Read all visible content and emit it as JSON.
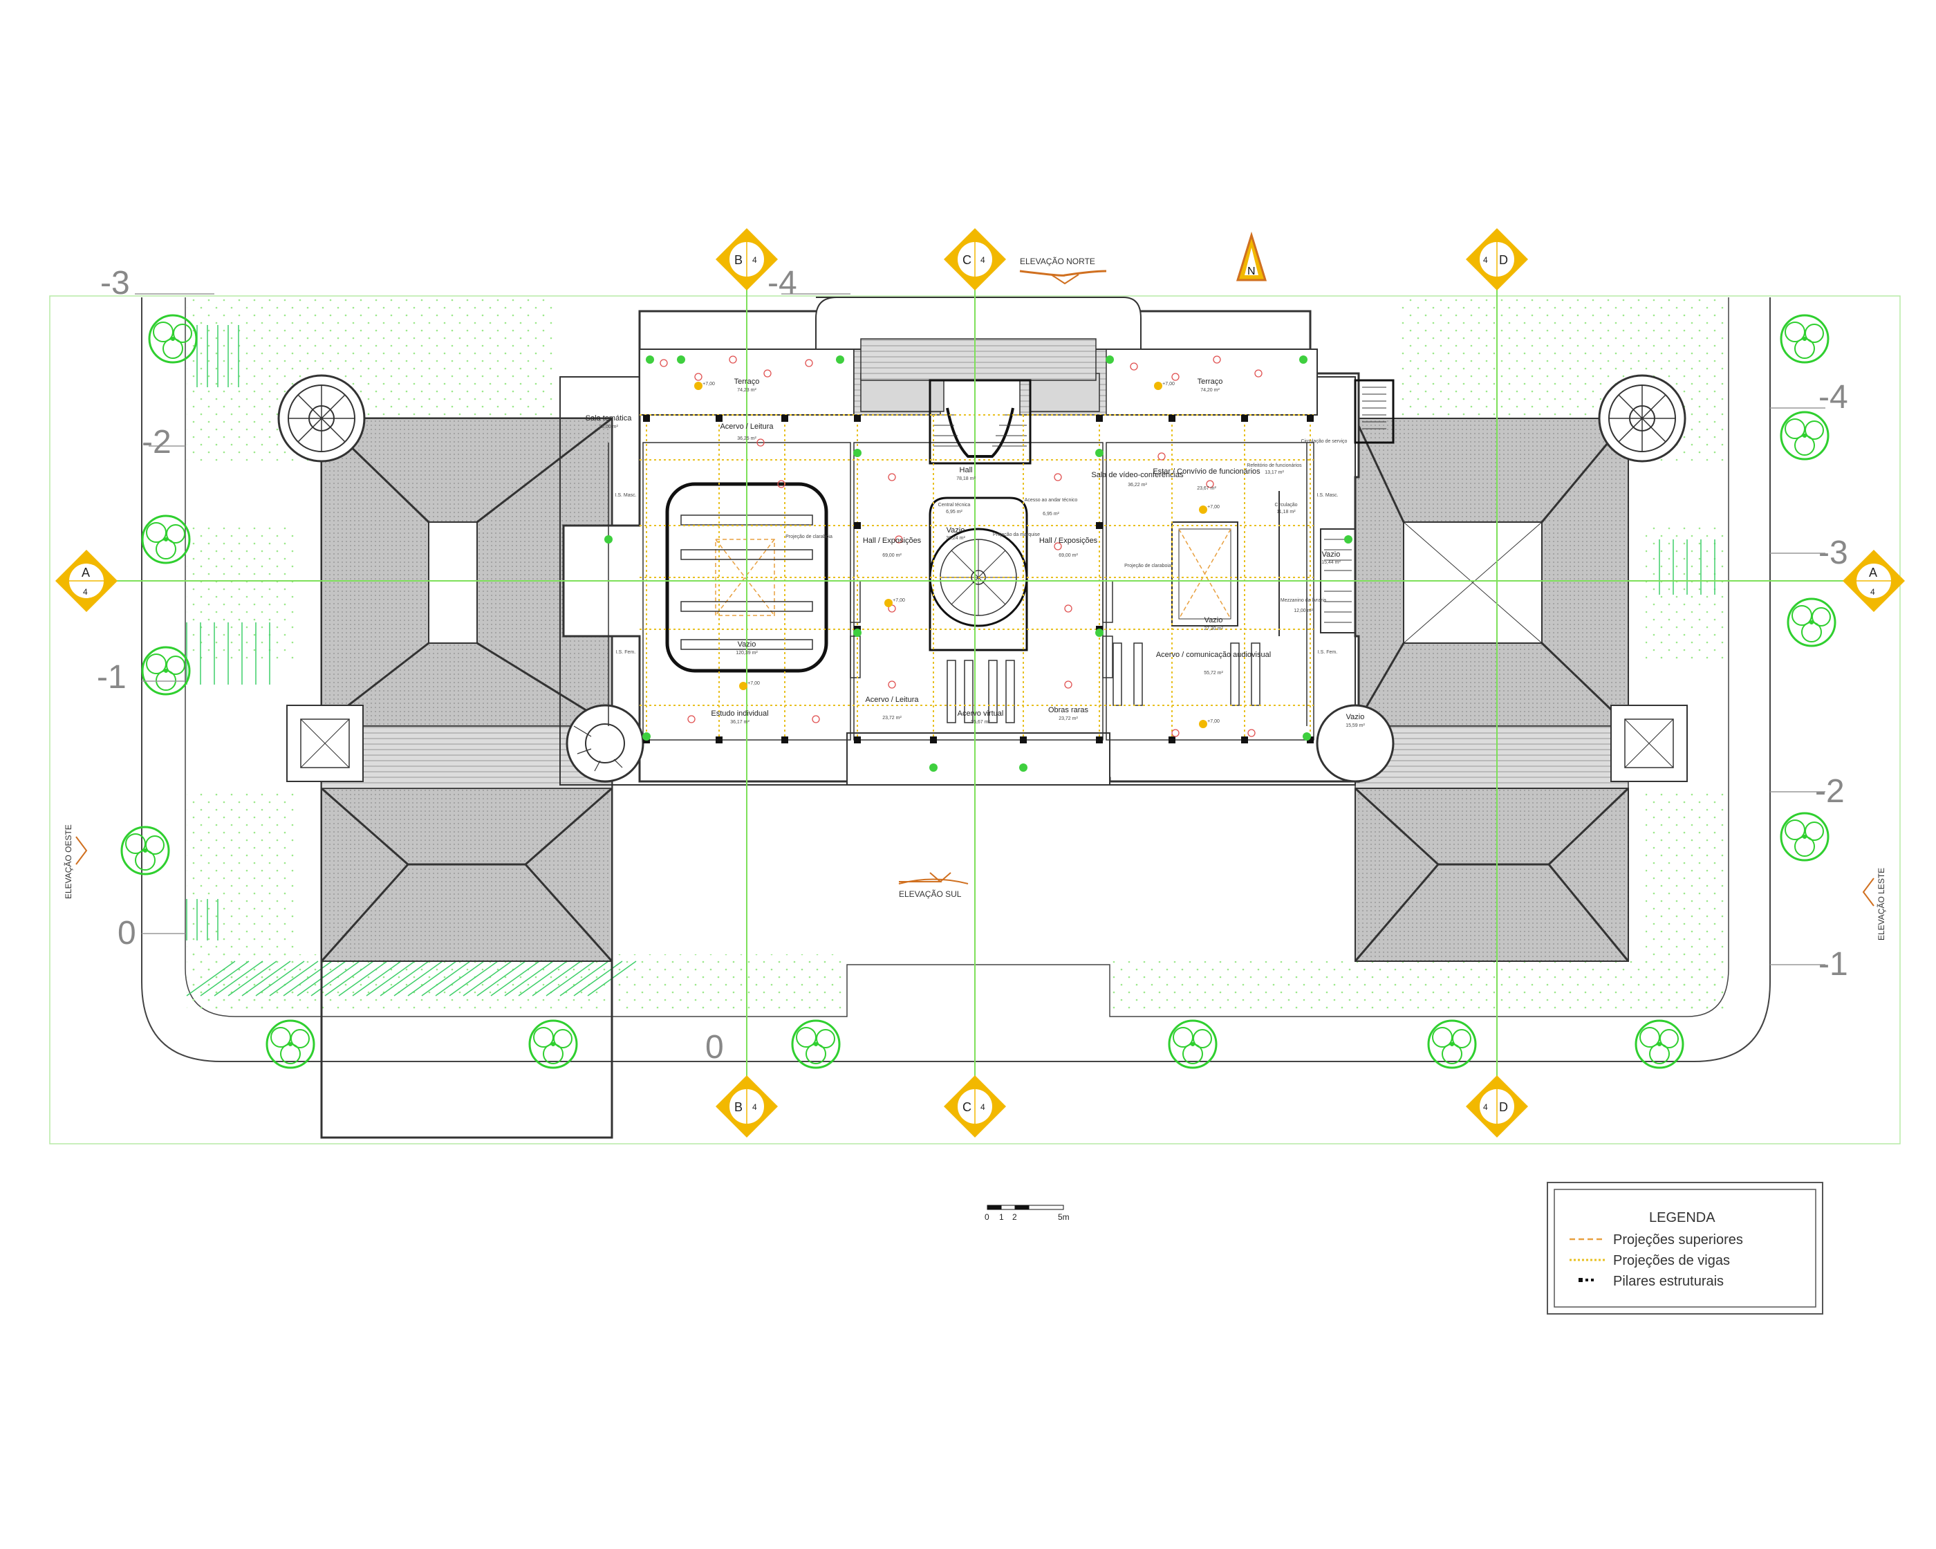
{
  "rooms": [
    {
      "key": "terraco_w",
      "label": "Terraço",
      "area": "74,23 m²"
    },
    {
      "key": "terraco_e",
      "label": "Terraço",
      "area": "74,20 m²"
    },
    {
      "key": "sala_tematica",
      "label": "Sala temática",
      "area": "25,00 m²"
    },
    {
      "key": "acervo_leitura_n",
      "label": "Acervo / Leitura",
      "area": "36,25 m²"
    },
    {
      "key": "hall_n",
      "label": "Hall",
      "area": "78,18 m²"
    },
    {
      "key": "sala_video",
      "label": "Sala de vídeo-conferências",
      "area": "36,22 m²"
    },
    {
      "key": "estar_convivio",
      "label": "Estar / Convívio de funcionários",
      "area": "23,67 m²"
    },
    {
      "key": "refeitorio",
      "label": "Refeitório de funcionários",
      "area": "13,17 m²"
    },
    {
      "key": "circulacao_servico",
      "label": "Circulação de serviço",
      "area": ""
    },
    {
      "key": "circulacao",
      "label": "Circulação",
      "area": "11,18 m²"
    },
    {
      "key": "hall_exp_w",
      "label": "Hall / Exposições",
      "area": "69,00 m²"
    },
    {
      "key": "hall_exp_e",
      "label": "Hall / Exposições",
      "area": "69,00 m²"
    },
    {
      "key": "central_tecnica",
      "label": "Central técnica",
      "area": "6,95 m²"
    },
    {
      "key": "acesso_andar",
      "label": "Acesso ao andar técnico",
      "area": "6,95 m²"
    },
    {
      "key": "vazio_center",
      "label": "Vazio",
      "area": "36,24 m²"
    },
    {
      "key": "vazio_w",
      "label": "Vazio",
      "area": "120,39 m²"
    },
    {
      "key": "vazio_e",
      "label": "Vazio",
      "area": "27,30 m²"
    },
    {
      "key": "vazio_ne",
      "label": "Vazio",
      "area": "15,44 m²"
    },
    {
      "key": "vazio_se",
      "label": "Vazio",
      "area": "15,59 m²"
    },
    {
      "key": "mezzanino",
      "label": "Mezzanino da livraria",
      "area": "12,00 m²"
    },
    {
      "key": "estudo_individual",
      "label": "Estudo individual",
      "area": "36,17 m²"
    },
    {
      "key": "acervo_leitura_s",
      "label": "Acervo / Leitura",
      "area": "23,72 m²"
    },
    {
      "key": "acervo_virtual",
      "label": "Acervo virtual",
      "area": "55,67 m²"
    },
    {
      "key": "obras_raras",
      "label": "Obras raras",
      "area": "23,72 m²"
    },
    {
      "key": "acervo_comunicacao",
      "label": "Acervo / comunicação audiovisual",
      "area": "55,72 m²"
    },
    {
      "key": "wc_masc_w",
      "label": "I.S. Masc.",
      "area": ""
    },
    {
      "key": "wc_masc_e",
      "label": "I.S. Masc.",
      "area": ""
    },
    {
      "key": "wc_fem_w",
      "label": "I.S. Fem.",
      "area": ""
    },
    {
      "key": "wc_fem_e",
      "label": "I.S. Fem.",
      "area": ""
    }
  ],
  "notes": {
    "projecao_claraboia_w": "Projeção de claraboia",
    "projecao_claraboia_e": "Projeção de claraboia",
    "projecao_marquise": "Projeção da marquise",
    "level": "+7,00"
  },
  "grid": {
    "vertical": [
      {
        "letter": "B",
        "sheet": "4"
      },
      {
        "letter": "C",
        "sheet": "4"
      },
      {
        "letter": "D",
        "sheet": "4"
      }
    ],
    "horizontal": [
      {
        "letter": "A",
        "sheet": "4"
      }
    ],
    "numbers": {
      "n1": "-3",
      "n2": "-4",
      "n3": "-2",
      "n4": "-1",
      "n5": "0",
      "n6": "0",
      "e1": "-4",
      "e2": "-3",
      "e3": "-2",
      "e4": "-1"
    }
  },
  "elevations": {
    "north": "ELEVAÇÃO NORTE",
    "south": "ELEVAÇÃO SUL",
    "west": "ELEVAÇÃO OESTE",
    "east": "ELEVAÇÃO LESTE"
  },
  "north_arrow": "N",
  "scale_bar": {
    "t0": "0",
    "t1": "1",
    "t2": "2",
    "t5": "5m"
  },
  "legend": {
    "title": "LEGENDA",
    "items": [
      {
        "label": "Projeções superiores",
        "color": "#e8a040"
      },
      {
        "label": "Projeções de vigas",
        "color": "#e8c020"
      },
      {
        "label": "Pilares estruturais",
        "color": "#111111"
      }
    ]
  },
  "colors": {
    "grid_line": "#7ee05a",
    "tree": "#2fcf2f",
    "marker": "#f2b800",
    "roof": "#b5b5b5",
    "wall": "#333333",
    "beam": "#e8c020",
    "projection": "#e8a040",
    "furniture": "#e05050"
  }
}
